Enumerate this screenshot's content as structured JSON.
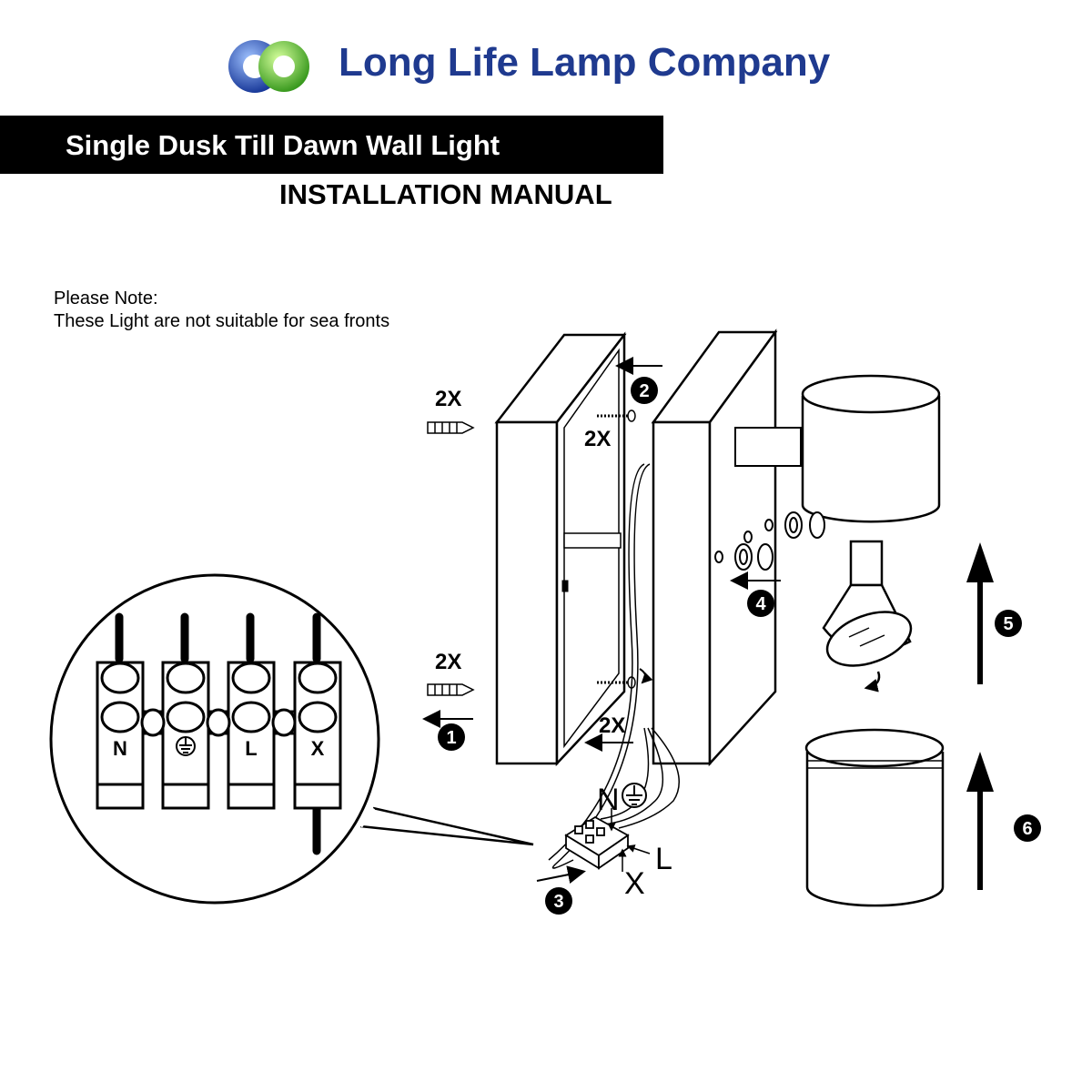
{
  "brand": {
    "name": "Long Life Lamp Company",
    "logo_colors": {
      "blue": "#1a3a9a",
      "green": "#6cc33a"
    }
  },
  "header": {
    "title": "Single Dusk Till Dawn Wall Light",
    "subtitle": "INSTALLATION MANUAL"
  },
  "note": {
    "line1": "Please Note:",
    "line2": "These Light are not suitable for sea fronts"
  },
  "diagram": {
    "qty_plugs_top": "2X",
    "qty_screws_top": "2X",
    "qty_plugs_bottom": "2X",
    "qty_screws_bottom": "2X",
    "steps": [
      "1",
      "2",
      "3",
      "4",
      "5",
      "6"
    ],
    "wire_labels": {
      "neutral": "N",
      "live": "L",
      "extra": "X"
    },
    "terminals": [
      "N",
      "",
      "L",
      "X"
    ]
  }
}
